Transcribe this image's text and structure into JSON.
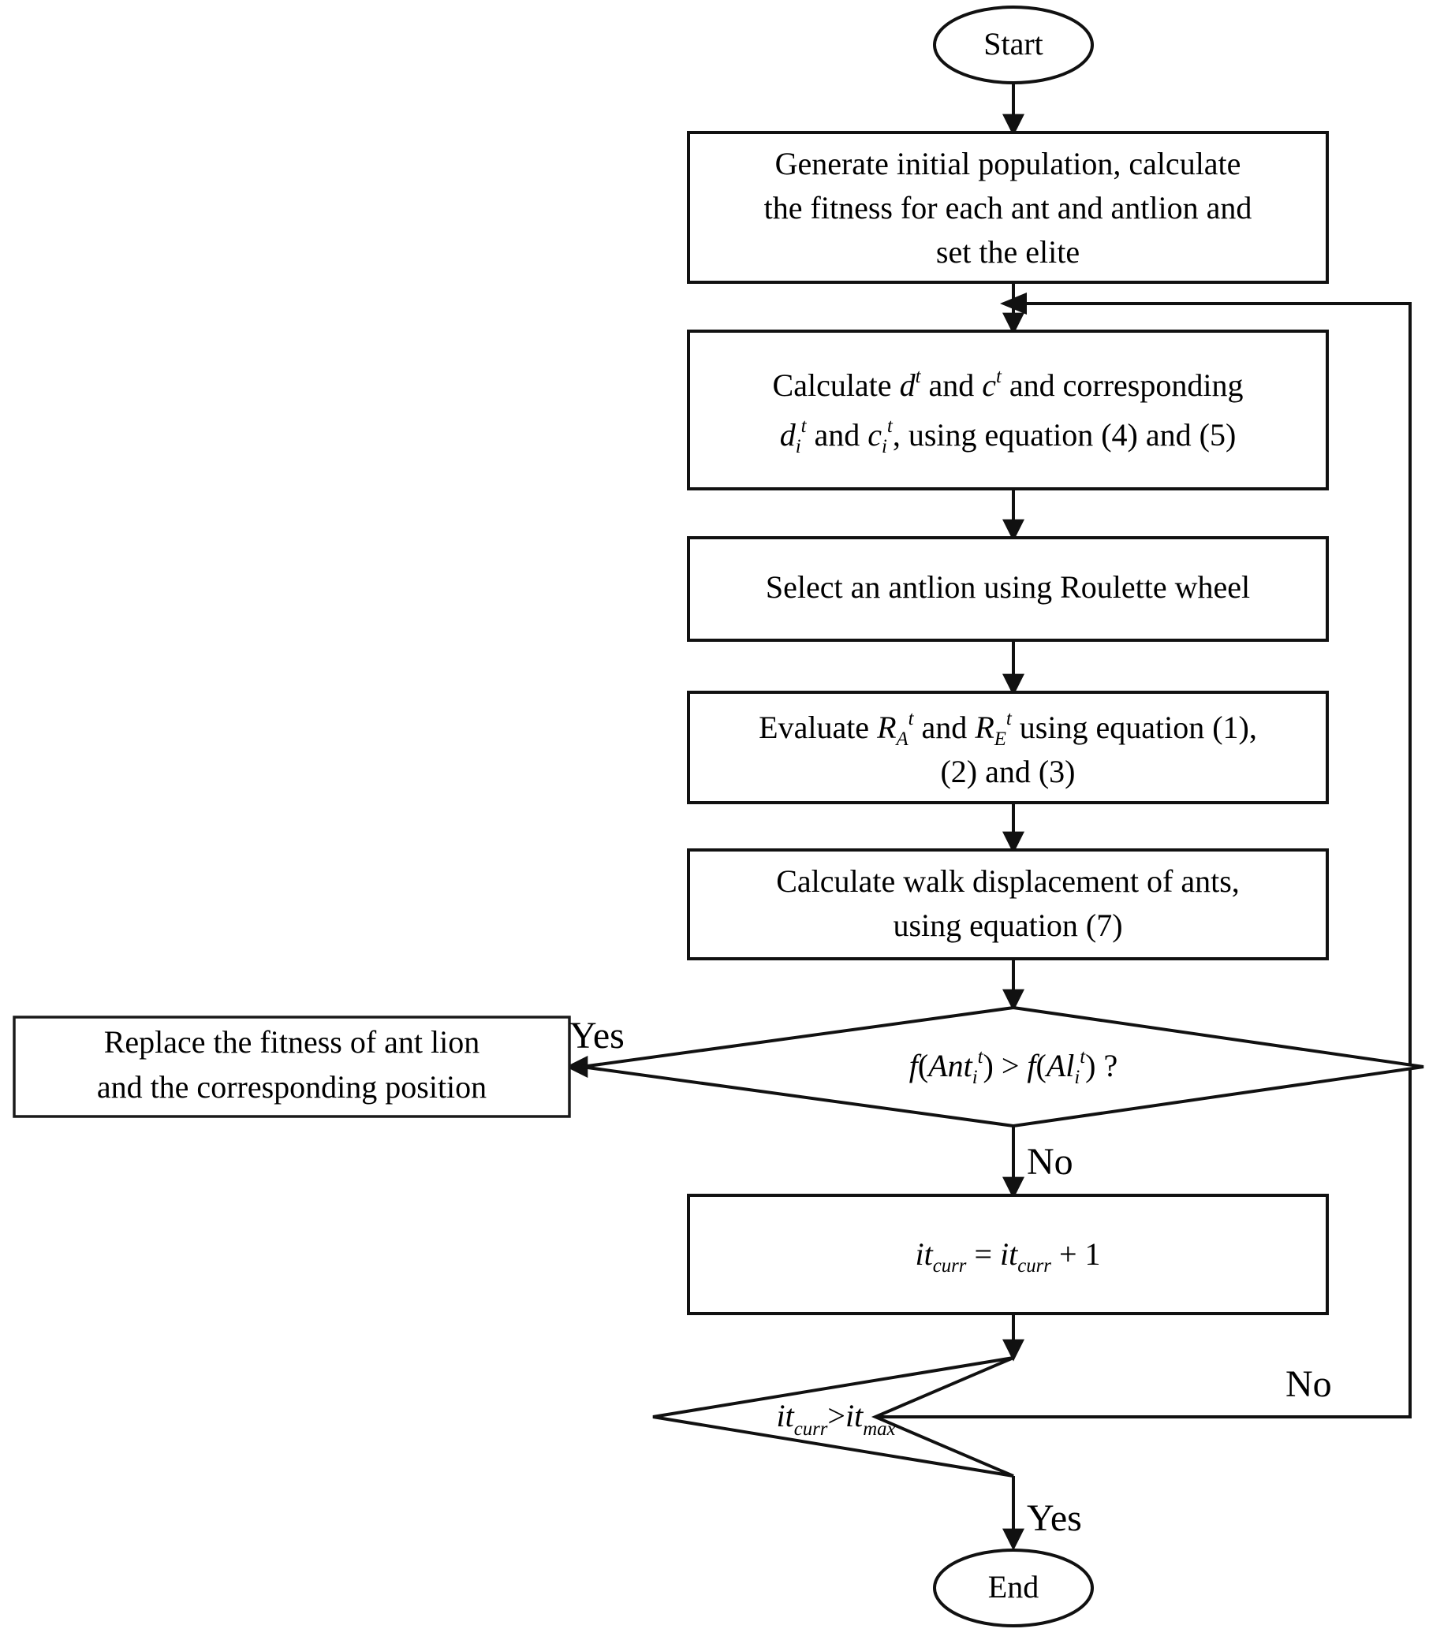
{
  "diagram": {
    "title": "Ant Lion Optimizer (ALO) algorithm flowchart",
    "type": "flowchart",
    "background_color": "#ffffff",
    "line_color": "#111111",
    "text_color": "#000000"
  },
  "nodes": {
    "start": {
      "shape": "ellipse",
      "label": "Start"
    },
    "init": {
      "shape": "rectangle",
      "line1": "Generate initial population, calculate",
      "line2": "the fitness for each ant and antlion and",
      "line3": "set the elite"
    },
    "calc_dc": {
      "shape": "rectangle",
      "line1_pre": "Calculate ",
      "line1_var1": "d",
      "line1_var1_sup": "t",
      "line1_mid1": " and ",
      "line1_var2": "c",
      "line1_var2_sup": "t",
      "line1_post": " and corresponding",
      "line2_var1": "d",
      "line2_var1_sub": "i",
      "line2_var1_sup": "t",
      "line2_mid": " and ",
      "line2_var2": "c",
      "line2_var2_sub": "i",
      "line2_var2_sup": "t",
      "line2_post": ", using equation (4) and (5)"
    },
    "roulette": {
      "shape": "rectangle",
      "label": "Select an antlion using Roulette wheel"
    },
    "evaluate_r": {
      "shape": "rectangle",
      "line1_pre": "Evaluate ",
      "line1_var1": "R",
      "line1_var1_sub": "A",
      "line1_var1_sup": "t",
      "line1_mid": " and ",
      "line1_var2": "R",
      "line1_var2_sub": "E",
      "line1_var2_sup": "t",
      "line1_post": " using equation (1),",
      "line2": "(2) and (3)"
    },
    "walk": {
      "shape": "rectangle",
      "line1": "Calculate walk displacement of ants,",
      "line2": "using equation (7)"
    },
    "fitness_decision": {
      "shape": "diamond",
      "fn": "f",
      "open1": "(",
      "var1": "Ant",
      "var1_sub": "i",
      "var1_sup": "t",
      "close1": ")",
      "op": " > ",
      "fn2": "f",
      "open2": "(",
      "var2": "Al",
      "var2_sub": "i",
      "var2_sup": "t",
      "close2": ")",
      "question": " ?"
    },
    "replace": {
      "shape": "rectangle",
      "line1": "Replace the fitness of ant lion",
      "line2": "and the corresponding position"
    },
    "increment": {
      "shape": "rectangle",
      "lhs": "it",
      "lhs_sub": "curr",
      "eq": " = ",
      "rhs": "it",
      "rhs_sub": "curr",
      "plus": " + 1"
    },
    "iter_decision": {
      "shape": "diamond",
      "lhs": "it",
      "lhs_sub": "curr",
      "op": ">",
      "rhs": "it",
      "rhs_sub": "max"
    },
    "end": {
      "shape": "ellipse",
      "label": "End"
    }
  },
  "edge_labels": {
    "yes_replace": "Yes",
    "no_increment": "No",
    "no_loopback": "No",
    "yes_end": "Yes"
  }
}
